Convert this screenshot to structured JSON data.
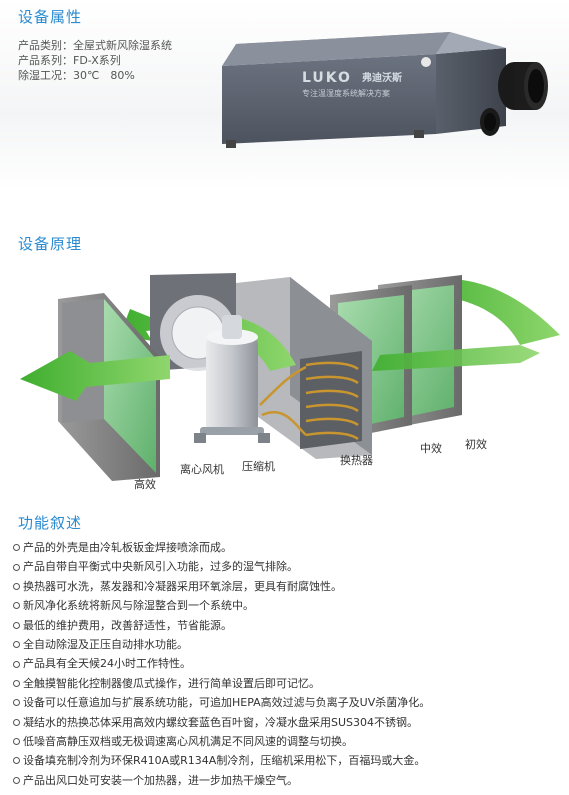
{
  "sections": {
    "attributes_title": "设备属性",
    "principle_title": "设备原理",
    "features_title": "功能叙述"
  },
  "specs": [
    "产品类别：全屋式新风除湿系统",
    "产品系列：FD-X系列",
    "除湿工况：30℃　80%"
  ],
  "product": {
    "brand": "LUKO",
    "brand_cn": "弗迪沃斯",
    "slogan": "专注温湿度系统解决方案"
  },
  "diagram_labels": {
    "high_eff": "高效",
    "fan": "离心风机",
    "compressor": "压缩机",
    "exchanger": "换热器",
    "mid_eff": "中效",
    "primary_eff": "初效"
  },
  "features": [
    "产品的外壳是由冷轧板钣金焊接喷涂而成。",
    "产品自带自平衡式中央新风引入功能，过多的湿气排除。",
    "换热器可水洗，蒸发器和冷凝器采用环氧涂层，更具有耐腐蚀性。",
    "新风净化系统将新风与除湿整合到一个系统中。",
    "最低的维护费用，改善舒适性，节省能源。",
    "全自动除湿及正压自动排水功能。",
    "产品具有全天候24小时工作特性。",
    "全触摸智能化控制器傻瓜式操作，进行简单设置后即可记忆。",
    "设备可以任意追加与扩展系统功能，可追加HEPA高效过滤与负离子及UV杀菌净化。",
    "凝结水的热换芯体采用高效内螺纹套蓝色百叶窗，冷凝水盘采用SUS304不锈钢。",
    "低噪音高静压双档或无极调速离心风机满足不同风速的调整与切换。",
    "设备填充制冷剂为环保R410A或R134A制冷剂，压缩机采用松下，百福玛或大金。",
    "产品出风口处可安装一个加热器，进一步加热干燥空气。"
  ],
  "colors": {
    "title_blue": "#2a8bd0",
    "arrow_green": "#5cbf3c",
    "filter_green": "#7fc98a"
  }
}
